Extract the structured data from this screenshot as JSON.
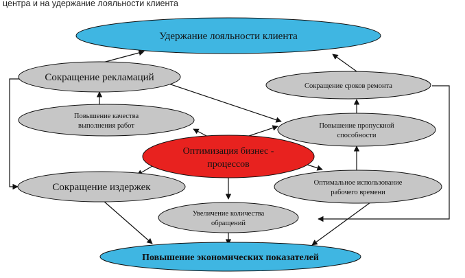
{
  "caption": "центра и на удержание лояльности клиента",
  "nodes": {
    "retention": "Удержание лояльности клиента",
    "complaints": "Сокращение рекламаций",
    "repair_terms": "Сокращение сроков ремонта",
    "quality_l1": "Повышение качества",
    "quality_l2": "выполнения работ",
    "throughput_l1": "Повышение пропускной",
    "throughput_l2": "способности",
    "optimization_l1": "Оптимизация бизнес -",
    "optimization_l2": "процессов",
    "costs": "Сокращение издержек",
    "worktime_l1": "Оптимальное использование",
    "worktime_l2": "рабочего времени",
    "requests_l1": "Увеличение количества",
    "requests_l2": "обращений",
    "economics": "Повышение экономических показателей"
  },
  "colors": {
    "top_fill": "#3fb6e2",
    "mid_fill": "#c6c6c6",
    "center_fill": "#e8221f",
    "stroke": "#111111"
  }
}
